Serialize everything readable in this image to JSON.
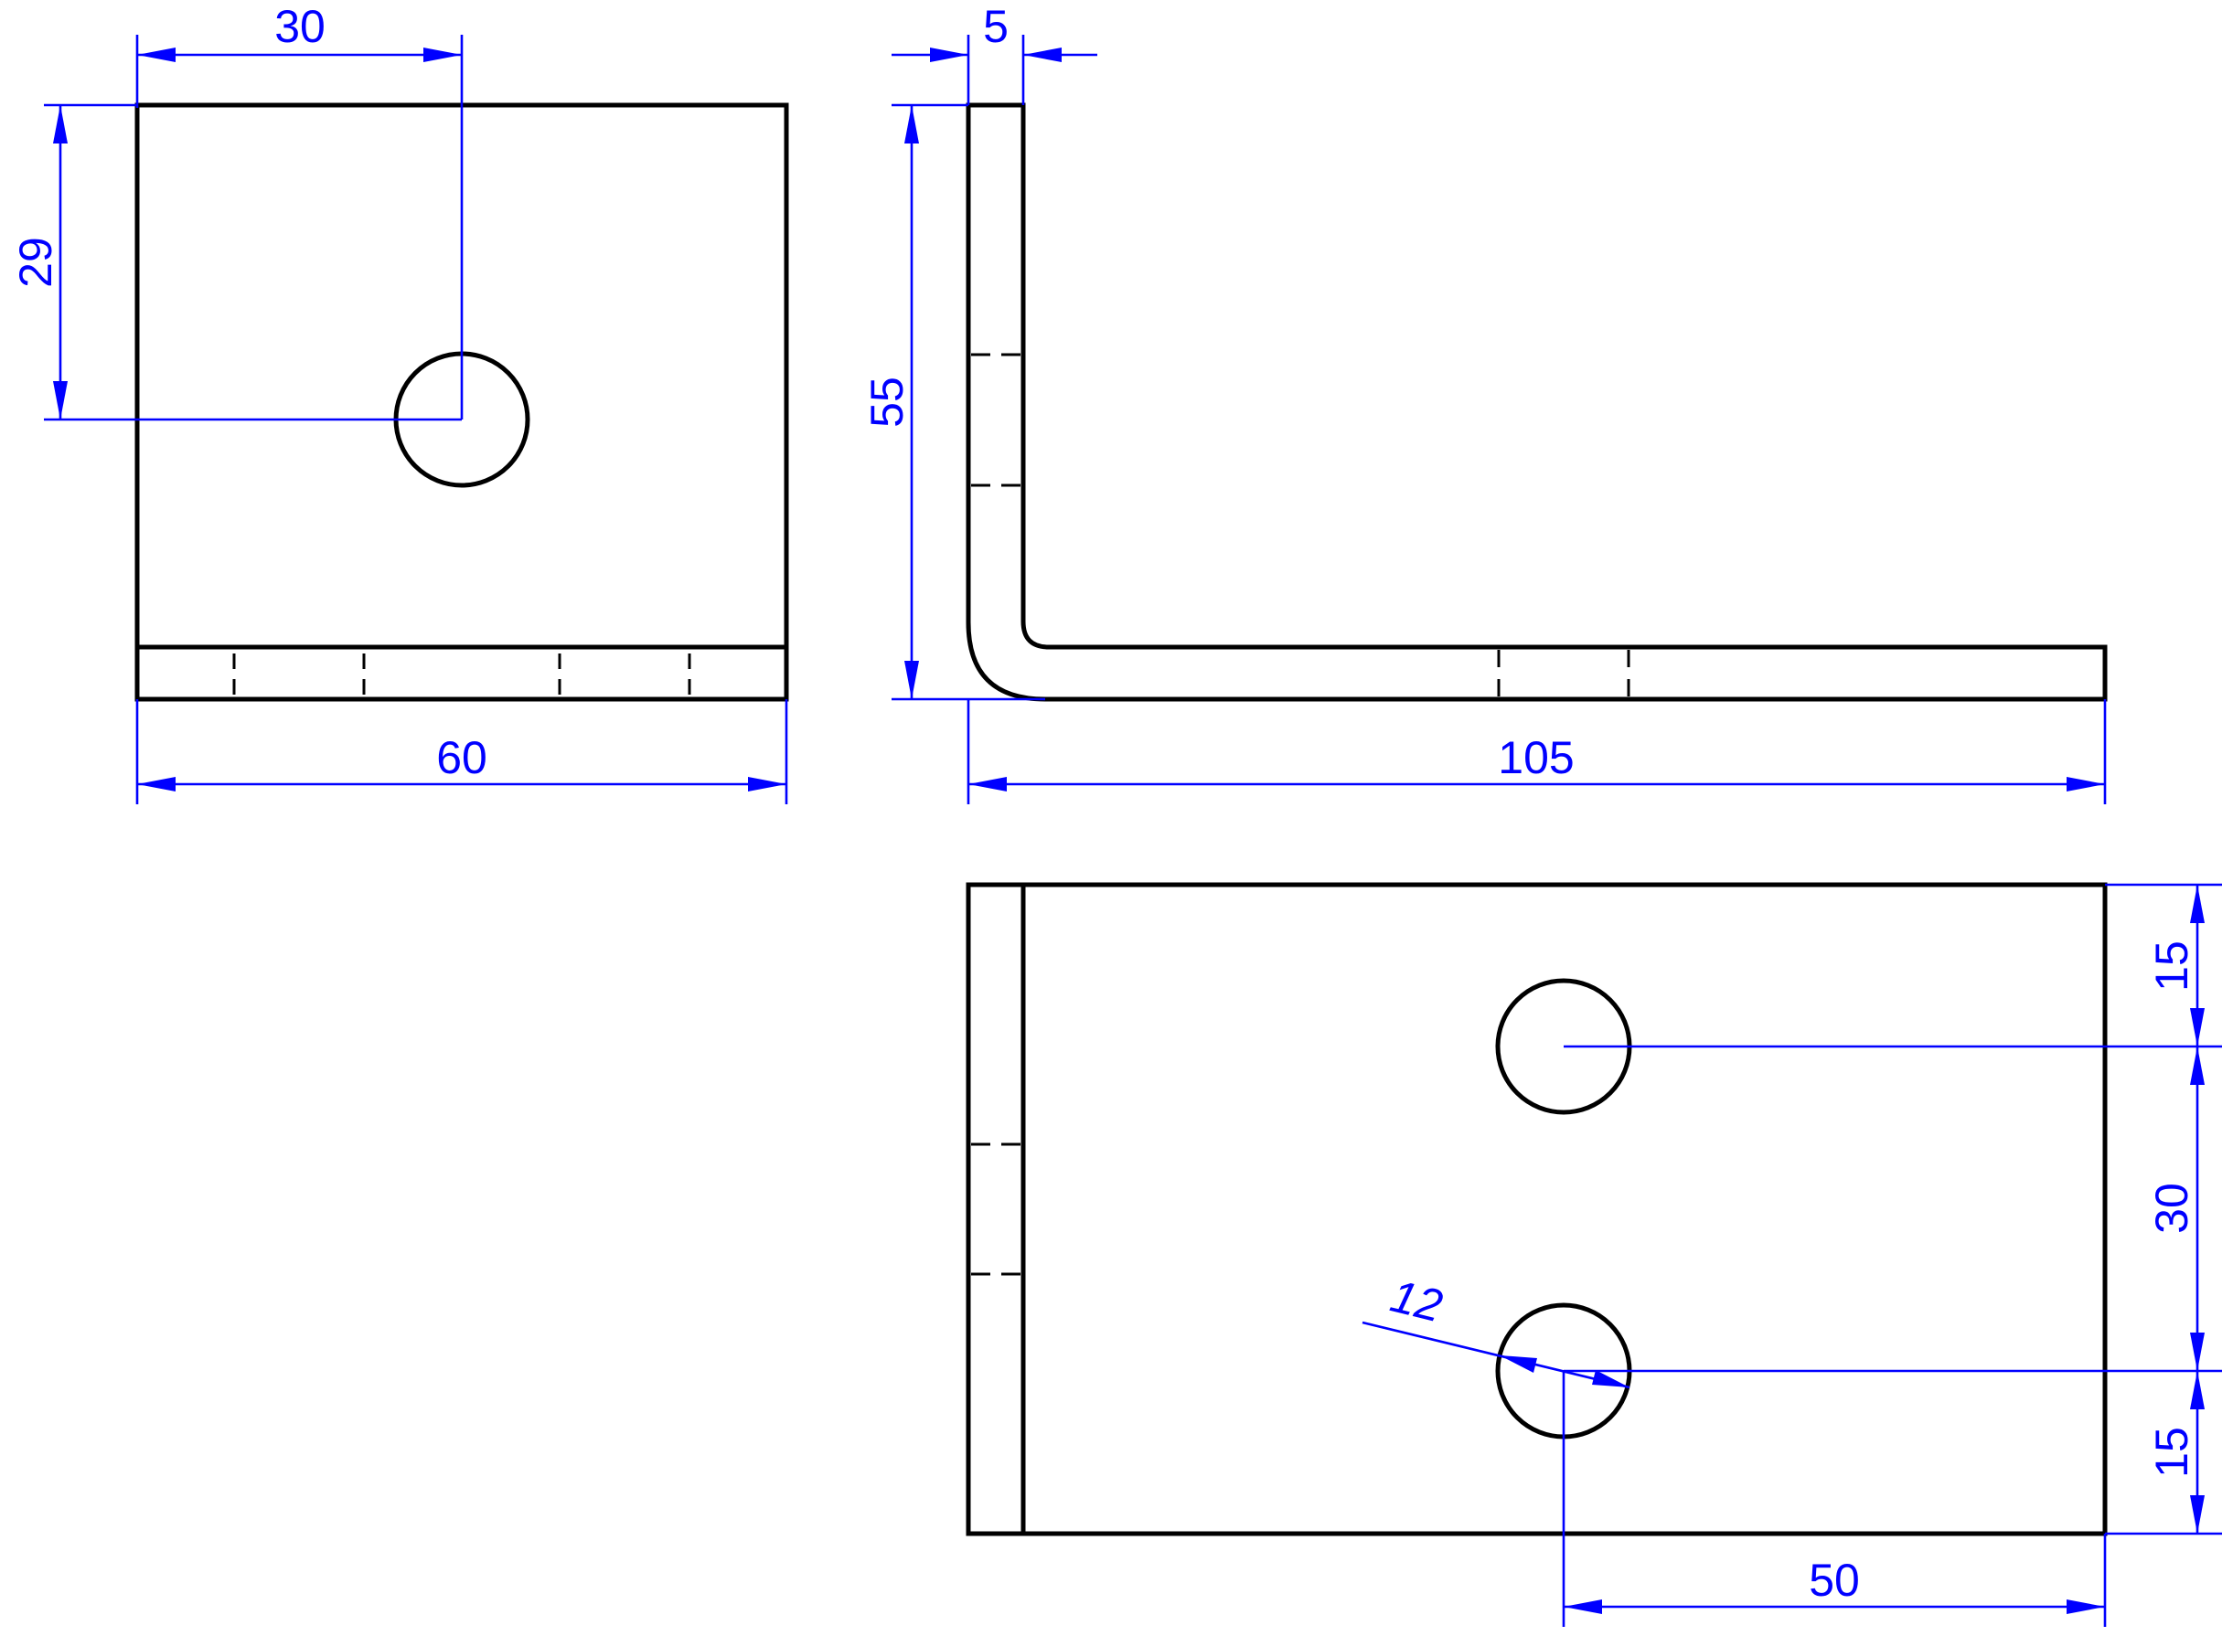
{
  "colors": {
    "geometry": "#000000",
    "dimensions": "#0000ff",
    "background": "#ffffff"
  },
  "front_view": {
    "dim_hole_x": "30",
    "dim_hole_y": "29",
    "dim_width": "60"
  },
  "side_view": {
    "dim_thickness": "5",
    "dim_height": "55",
    "dim_length": "105"
  },
  "top_view": {
    "dim_edge_top": "15",
    "dim_hole_spacing": "30",
    "dim_edge_bottom": "15",
    "dim_hole_offset": "50",
    "dim_hole_diameter": "12"
  }
}
